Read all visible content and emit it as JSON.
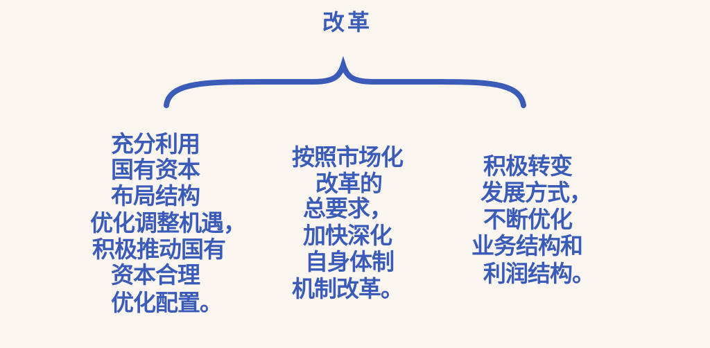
{
  "title": "改革",
  "columns": [
    {
      "lines": [
        "充分利用",
        "国有资本",
        "布局结构",
        "优化调整机遇，",
        "积极推动国有",
        "资本合理",
        "优化配置。"
      ]
    },
    {
      "lines": [
        "按照市场化",
        "改革的",
        "总要求，",
        "加快深化",
        "自身体制",
        "机制改革。"
      ]
    },
    {
      "lines": [
        "积极转变",
        "发展方式，",
        "不断优化",
        "业务结构和",
        "利润结构。"
      ]
    }
  ],
  "colors": {
    "text": "#3a5cb8",
    "background": "#faf5ef"
  }
}
